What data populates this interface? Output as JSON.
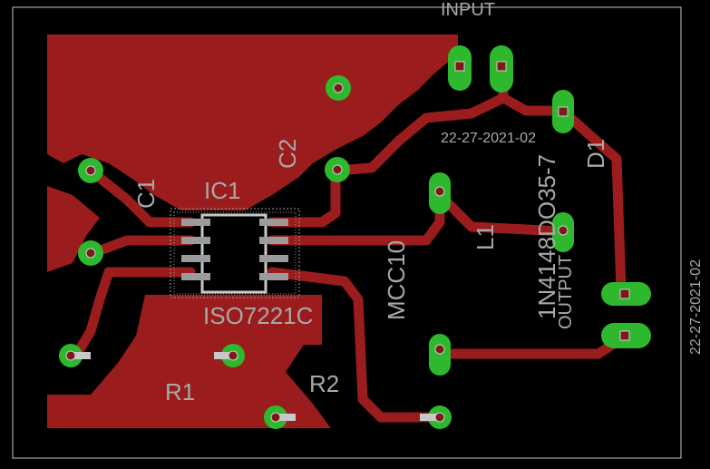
{
  "labels": {
    "input": "INPUT",
    "date_center": "22-27-2021-02",
    "date_right": "22-27-2021-02",
    "c1": "C1",
    "c2": "C2",
    "d1": "D1",
    "ic1": "IC1",
    "iso": "ISO7221C",
    "mcc": "MCC10",
    "l1": "L1",
    "diode_part": "1N4148DO35-7",
    "output": "OUTPUT",
    "r1": "R1",
    "r2": "R2"
  },
  "colors": {
    "background": "#000000",
    "copper": "#9b1c1c",
    "pad": "#2eb82e",
    "silkscreen": "#a8a8a8",
    "outline": "#c8c8c8"
  }
}
